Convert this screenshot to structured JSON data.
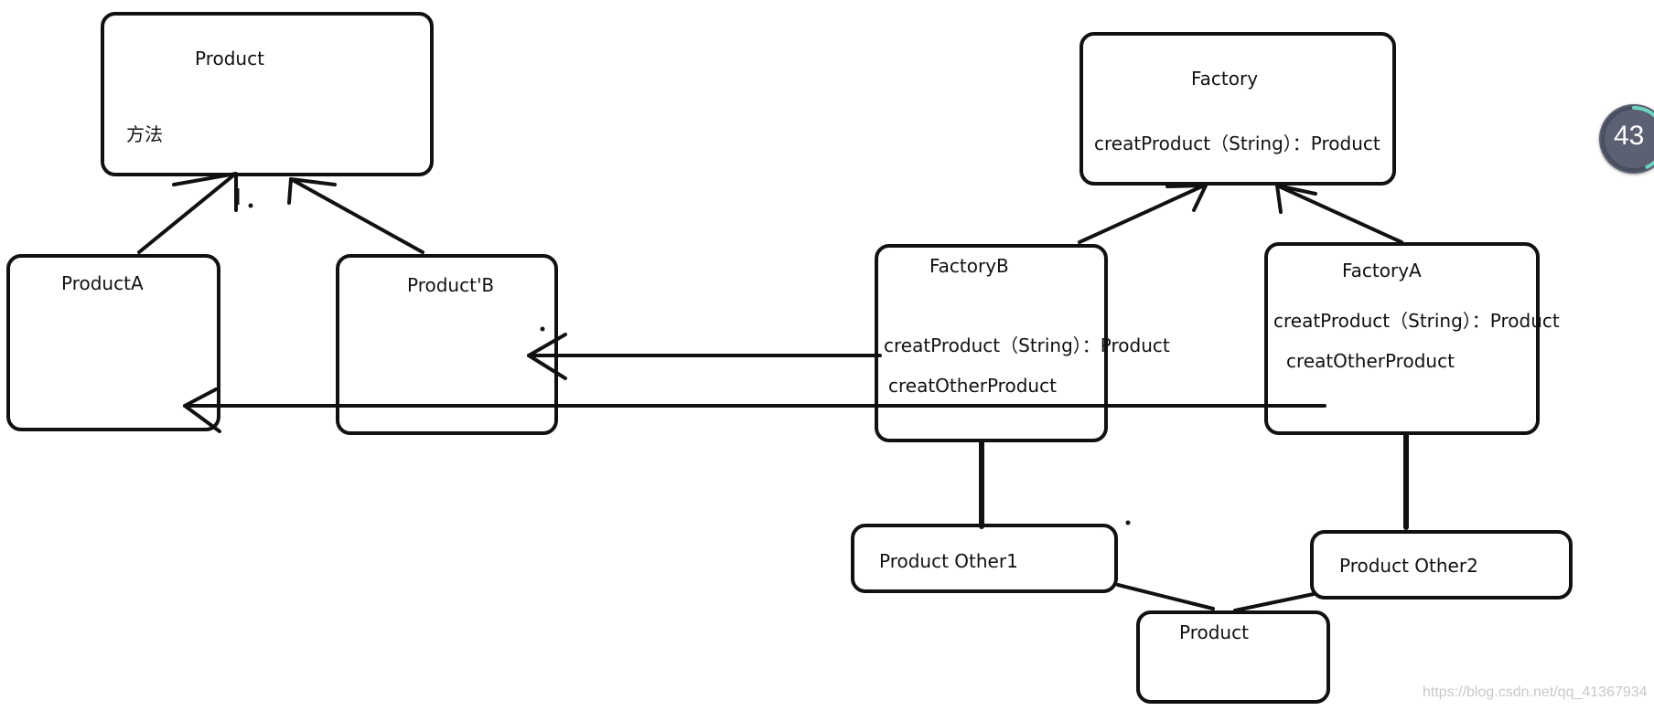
{
  "diagram": {
    "nodes": {
      "product_top": {
        "label": "Product",
        "method": "方法"
      },
      "product_a": {
        "label": "ProductA"
      },
      "product_b": {
        "label": "Product'B"
      },
      "factory": {
        "label": "Factory",
        "method": "creatProduct（String）：Product"
      },
      "factory_b": {
        "label": "FactoryB",
        "method1": "creatProduct（String）：Product",
        "method2": "creatOtherProduct"
      },
      "factory_a": {
        "label": "FactoryA",
        "method1": "creatProduct（String）：Product",
        "method2": "creatOtherProduct"
      },
      "product_other1": {
        "label": "Product Other1"
      },
      "product_other2": {
        "label": "Product Other2"
      },
      "product_bottom": {
        "label": "Product"
      }
    },
    "edges": [
      {
        "from": "product_a",
        "to": "product_top",
        "type": "inheritance-arrow"
      },
      {
        "from": "product_b",
        "to": "product_top",
        "type": "inheritance-arrow"
      },
      {
        "from": "factory_b",
        "to": "factory",
        "type": "inheritance-arrow"
      },
      {
        "from": "factory_a",
        "to": "factory",
        "type": "inheritance-arrow"
      },
      {
        "from": "factory_b",
        "to": "product_b",
        "type": "arrow"
      },
      {
        "from": "factory_a",
        "to": "product_a",
        "type": "arrow"
      },
      {
        "from": "factory_b",
        "to": "product_other1",
        "type": "line"
      },
      {
        "from": "factory_a",
        "to": "product_other2",
        "type": "line"
      },
      {
        "from": "product_other1",
        "to": "product_bottom",
        "type": "line"
      },
      {
        "from": "product_other2",
        "to": "product_bottom",
        "type": "line"
      }
    ]
  },
  "overlay": {
    "progress_badge": {
      "value": "43",
      "unit": "%",
      "fraction": 0.43,
      "ring_color": "#6fd3c0",
      "bg_color": "#5b6072"
    },
    "watermark": "https://blog.csdn.net/qq_41367934"
  }
}
